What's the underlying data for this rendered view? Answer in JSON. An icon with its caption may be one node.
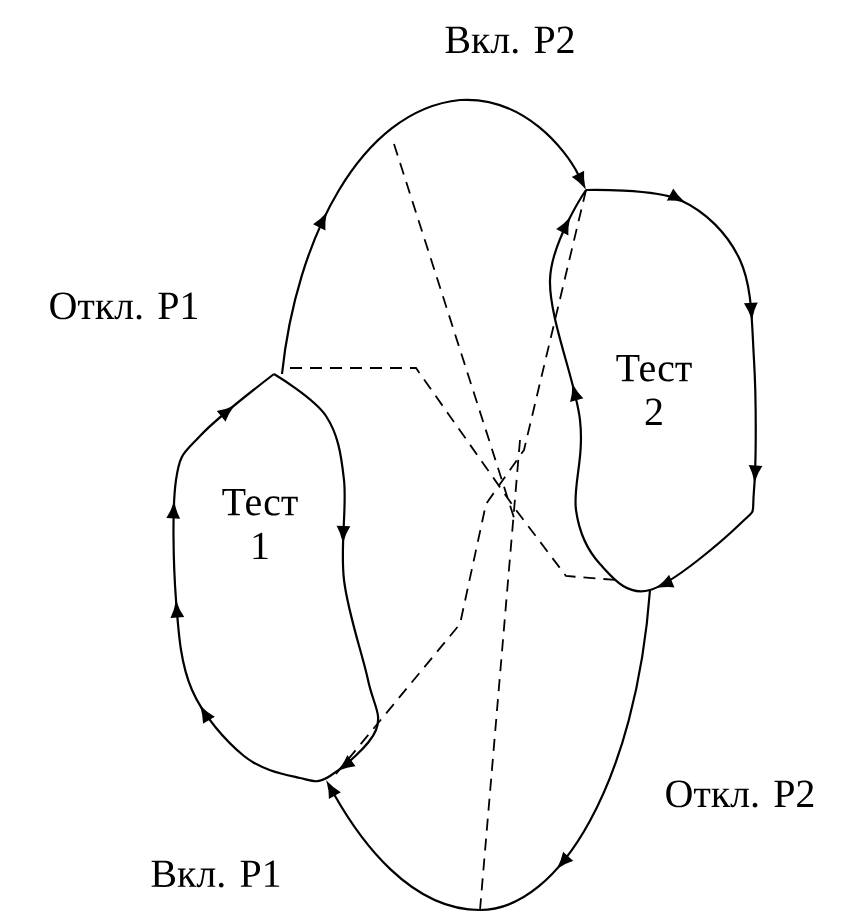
{
  "diagram": {
    "nodes": [
      {
        "text": [
          "Тест 1"
        ]
      },
      {
        "text": [
          "Тест 2"
        ]
      }
    ],
    "edges": [
      {
        "from": 0,
        "to": 1,
        "arrow": "to"
      },
      {
        "from": 1,
        "to": 0,
        "arrow": "to"
      }
    ],
    "labels": [
      "Вкл. Р2",
      "Откл. Р1",
      "Откл. Р2",
      "Вкл. Р1"
    ]
  }
}
